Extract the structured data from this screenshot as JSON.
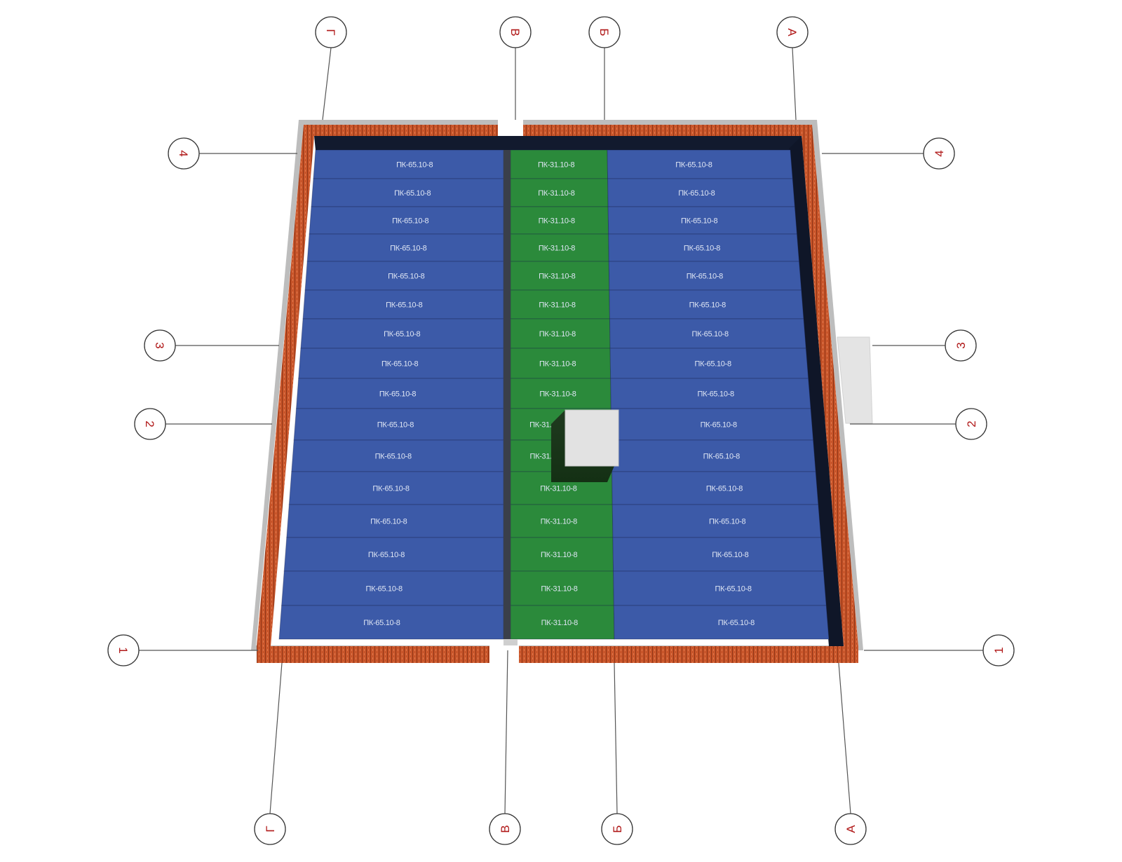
{
  "plan": {
    "colors": {
      "slab_blue": "#3c5aa8",
      "slab_green": "#2b8a3b",
      "brick": "#c8552a",
      "wall_top": "#bdbdbd",
      "axis_line": "#555555",
      "axis_text": "#b01818",
      "shaft": "#e2e2e2"
    },
    "left_slabs": [
      "ПК-65.10-8",
      "ПК-65.10-8",
      "ПК-65.10-8",
      "ПК-65.10-8",
      "ПК-65.10-8",
      "ПК-65.10-8",
      "ПК-65.10-8",
      "ПК-65.10-8",
      "ПК-65.10-8",
      "ПК-65.10-8",
      "ПК-65.10-8",
      "ПК-65.10-8",
      "ПК-65.10-8",
      "ПК-65.10-8",
      "ПК-65.10-8",
      "ПК-65.10-8"
    ],
    "middle_slabs": [
      "ПК-31.10-8",
      "ПК-31.10-8",
      "ПК-31.10-8",
      "ПК-31.10-8",
      "ПК-31.10-8",
      "ПК-31.10-8",
      "ПК-31.10-8",
      "ПК-31.10-8",
      "ПК-31.10-8",
      "ПК-31.1",
      "ПК-31.1",
      "ПК-31.10-8",
      "ПК-31.10-8",
      "ПК-31.10-8",
      "ПК-31.10-8",
      "ПК-31.10-8"
    ],
    "right_slabs": [
      "ПК-65.10-8",
      "ПК-65.10-8",
      "ПК-65.10-8",
      "ПК-65.10-8",
      "ПК-65.10-8",
      "ПК-65.10-8",
      "ПК-65.10-8",
      "ПК-65.10-8",
      "ПК-65.10-8",
      "ПК-65.10-8",
      "ПК-65.10-8",
      "ПК-65.10-8",
      "ПК-65.10-8",
      "ПК-65.10-8",
      "ПК-65.10-8",
      "ПК-65.10-8"
    ],
    "axes_letter_top": [
      "Г",
      "В",
      "Б",
      "А"
    ],
    "axes_letter_bottom": [
      "Г",
      "В",
      "Б",
      "А"
    ],
    "axes_number_left": [
      "4",
      "3",
      "2",
      "1"
    ],
    "axes_number_right": [
      "4",
      "3",
      "2",
      "1"
    ]
  }
}
